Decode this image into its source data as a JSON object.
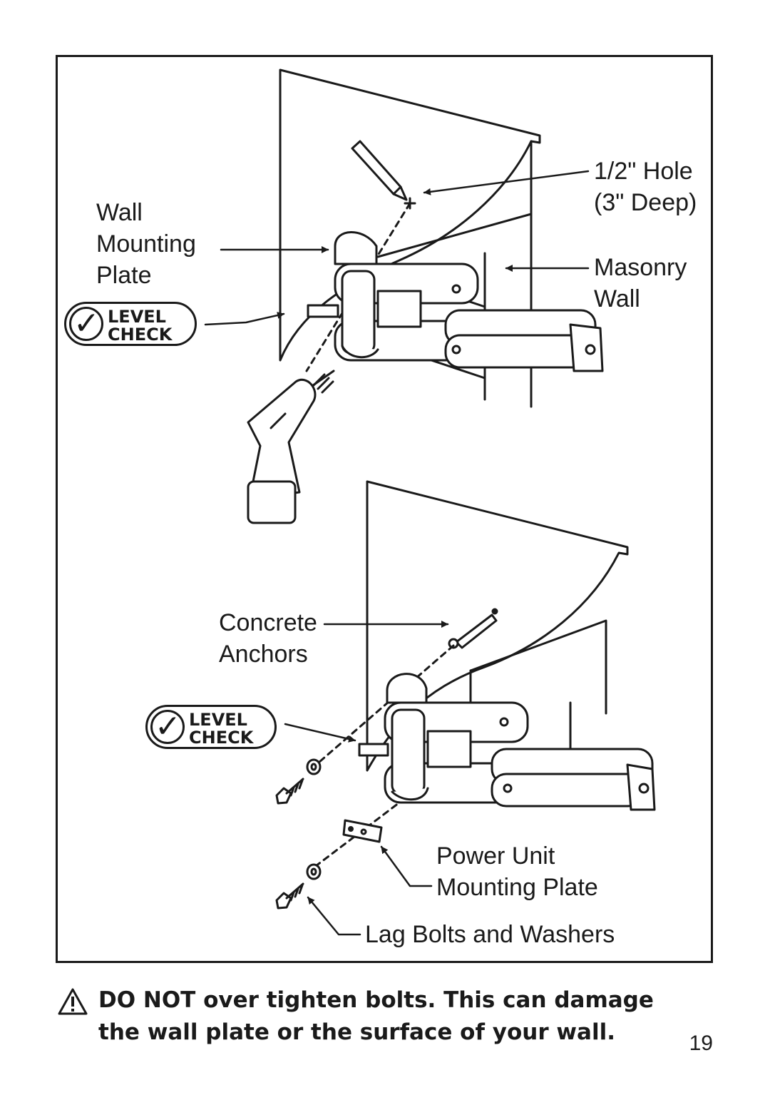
{
  "callouts": {
    "hole_line1": "1/2\" Hole",
    "hole_line2": "(3\" Deep)",
    "wall_plate_line1": "Wall",
    "wall_plate_line2": "Mounting",
    "wall_plate_line3": "Plate",
    "masonry_line1": "Masonry",
    "masonry_line2": "Wall",
    "anchors_line1": "Concrete",
    "anchors_line2": "Anchors",
    "power_line1": "Power Unit",
    "power_line2": "Mounting Plate",
    "lag_bolts": "Lag Bolts and Washers"
  },
  "badges": {
    "level_word": "LEVEL",
    "check_word": "CHECK"
  },
  "warning": {
    "icon": "warning-triangle-icon",
    "text": "DO NOT over tighten bolts. This can damage\nthe wall plate or the surface of your wall."
  },
  "page_number": "19"
}
